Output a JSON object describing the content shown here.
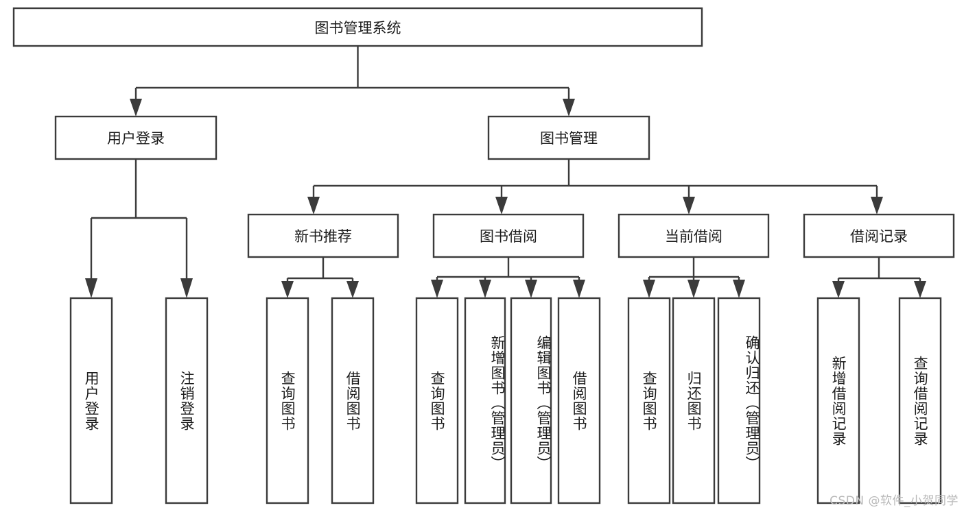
{
  "diagram": {
    "type": "tree",
    "title": "图书管理系统",
    "root": {
      "id": "root",
      "label": "图书管理系统",
      "orientation": "horizontal"
    },
    "level1": [
      {
        "id": "user-login",
        "label": "用户登录",
        "orientation": "horizontal"
      },
      {
        "id": "book-manage",
        "label": "图书管理",
        "orientation": "horizontal"
      }
    ],
    "level2": [
      {
        "id": "new-book-rec",
        "label": "新书推荐",
        "orientation": "horizontal",
        "parent": "book-manage"
      },
      {
        "id": "book-borrow",
        "label": "图书借阅",
        "orientation": "horizontal",
        "parent": "book-manage"
      },
      {
        "id": "current-borrow",
        "label": "当前借阅",
        "orientation": "horizontal",
        "parent": "book-manage"
      },
      {
        "id": "borrow-record",
        "label": "借阅记录",
        "orientation": "horizontal",
        "parent": "book-manage"
      }
    ],
    "leaves": [
      {
        "id": "leaf-user-login",
        "label": "用户登录",
        "orientation": "vertical",
        "parent": "user-login"
      },
      {
        "id": "leaf-user-logout",
        "label": "注销登录",
        "orientation": "vertical",
        "parent": "user-login"
      },
      {
        "id": "leaf-query-book-1",
        "label": "查询图书",
        "orientation": "vertical",
        "parent": "new-book-rec"
      },
      {
        "id": "leaf-borrow-book-1",
        "label": "借阅图书",
        "orientation": "vertical",
        "parent": "new-book-rec"
      },
      {
        "id": "leaf-query-book-2",
        "label": "查询图书",
        "orientation": "vertical",
        "parent": "book-borrow"
      },
      {
        "id": "leaf-add-book",
        "label": "新增图书（管理员）",
        "orientation": "vertical",
        "parent": "book-borrow"
      },
      {
        "id": "leaf-edit-book",
        "label": "编辑图书（管理员）",
        "orientation": "vertical",
        "parent": "book-borrow"
      },
      {
        "id": "leaf-borrow-book-2",
        "label": "借阅图书",
        "orientation": "vertical",
        "parent": "book-borrow"
      },
      {
        "id": "leaf-query-book-3",
        "label": "查询图书",
        "orientation": "vertical",
        "parent": "current-borrow"
      },
      {
        "id": "leaf-return-book",
        "label": "归还图书",
        "orientation": "vertical",
        "parent": "current-borrow"
      },
      {
        "id": "leaf-confirm-return",
        "label": "确认归还（管理员）",
        "orientation": "vertical",
        "parent": "current-borrow"
      },
      {
        "id": "leaf-add-record",
        "label": "新增借阅记录",
        "orientation": "vertical",
        "parent": "borrow-record"
      },
      {
        "id": "leaf-query-record",
        "label": "查询借阅记录",
        "orientation": "vertical",
        "parent": "borrow-record"
      }
    ],
    "colors": {
      "stroke": "#3b3b3b",
      "box_fill": "#ffffff",
      "text": "#1c1c1c",
      "background": "#ffffff",
      "watermark": "#b9b9b9"
    }
  },
  "watermark": {
    "text": "CSDN @软件_小贺同学"
  }
}
